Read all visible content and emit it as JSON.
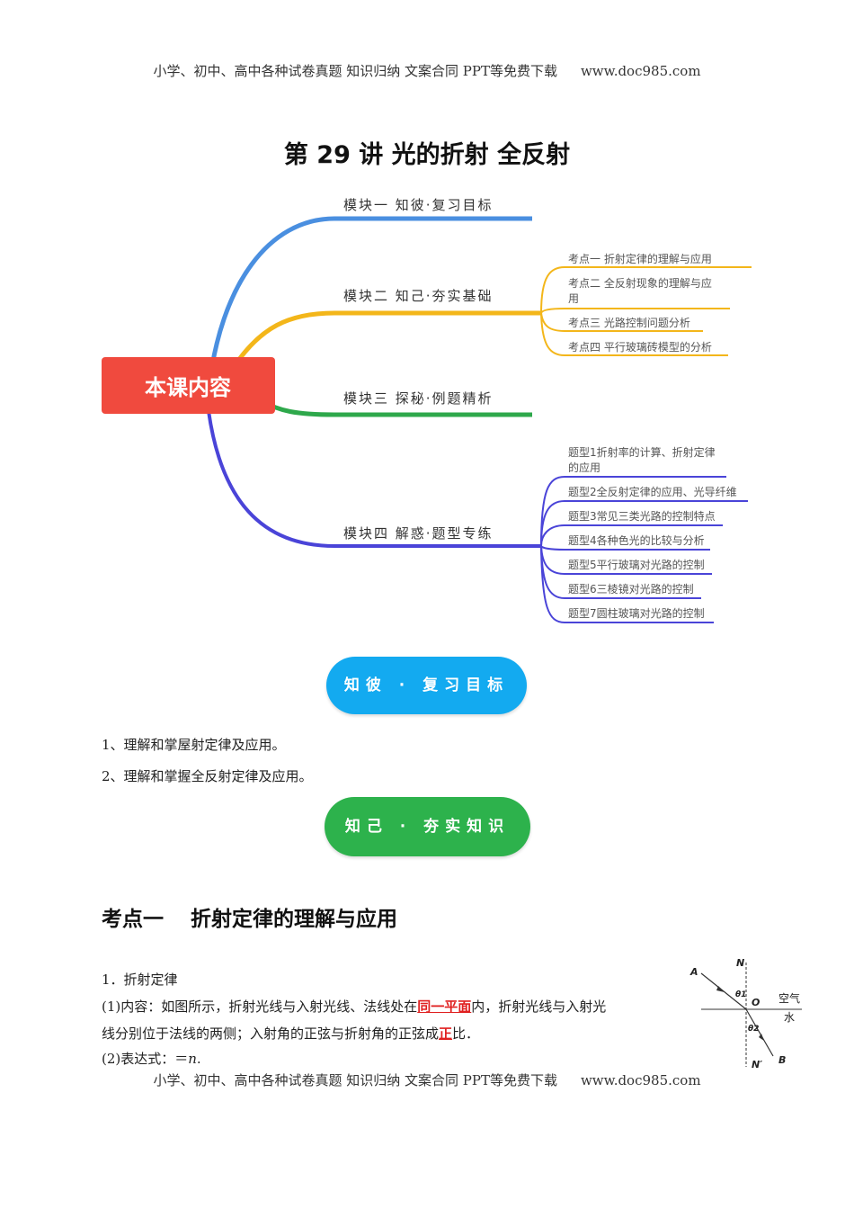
{
  "header": {
    "text": "小学、初中、高中各种试卷真题  知识归纳  文案合同  PPT等免费下载",
    "site": "www.doc985.com"
  },
  "title": "第 29 讲    光的折射  全反射",
  "mindmap": {
    "root": "本课内容",
    "modules": [
      {
        "label": "模块一  知彼·复习目标",
        "color": "#4a8fe0"
      },
      {
        "label": "模块二  知己·夯实基础",
        "color": "#f3b61a",
        "children": [
          "考点一    折射定律的理解与应用",
          "考点二    全反射现象的理解与应",
          "用",
          "考点三    光路控制问题分析",
          "考点四    平行玻璃砖模型的分析"
        ]
      },
      {
        "label": "模块三  探秘·例题精析",
        "color": "#2ea84b"
      },
      {
        "label": "模块四  解惑·题型专练",
        "color": "#4a44d8",
        "children": [
          "题型1折射率的计算、折射定律",
          "的应用",
          "题型2全反射定律的应用、光导纤维",
          "题型3常见三类光路的控制特点",
          "题型4各种色光的比较与分析",
          "题型5平行玻璃对光路的控制",
          "题型6三棱镜对光路的控制",
          "题型7圆柱玻璃对光路的控制"
        ]
      }
    ],
    "root_color": "#f04a3e"
  },
  "pills": {
    "review": "知彼 · 复习目标",
    "basics": "知己 · 夯实知识"
  },
  "objectives": [
    "1、理解和掌屋射定律及应用。",
    "2、理解和掌握全反射定律及应用。"
  ],
  "section": {
    "num": "考点一",
    "title": "折射定律的理解与应用"
  },
  "content": {
    "p1": "1．折射定律",
    "p2_a": "(1)内容：如图所示，折射光线与入射光线、法线处在",
    "p2_red": "同一平面",
    "p2_b": "内，折射光线与入射光",
    "p3_a": "线分别位于法线的两侧；入射角的正弦与折射角的正弦成",
    "p3_red": "正",
    "p3_b": "比．",
    "p4_a": "(2)表达式：＝",
    "p4_n": "n",
    "p4_b": "."
  },
  "figure": {
    "A": "A",
    "B": "B",
    "N": "N",
    "N2": "N′",
    "O": "O",
    "theta1": "θ1",
    "theta2": "θ2",
    "air": "空气",
    "water": "水"
  },
  "footer": {
    "text": "小学、初中、高中各种试卷真题  知识归纳  文案合同  PPT等免费下载",
    "site": "www.doc985.com"
  }
}
